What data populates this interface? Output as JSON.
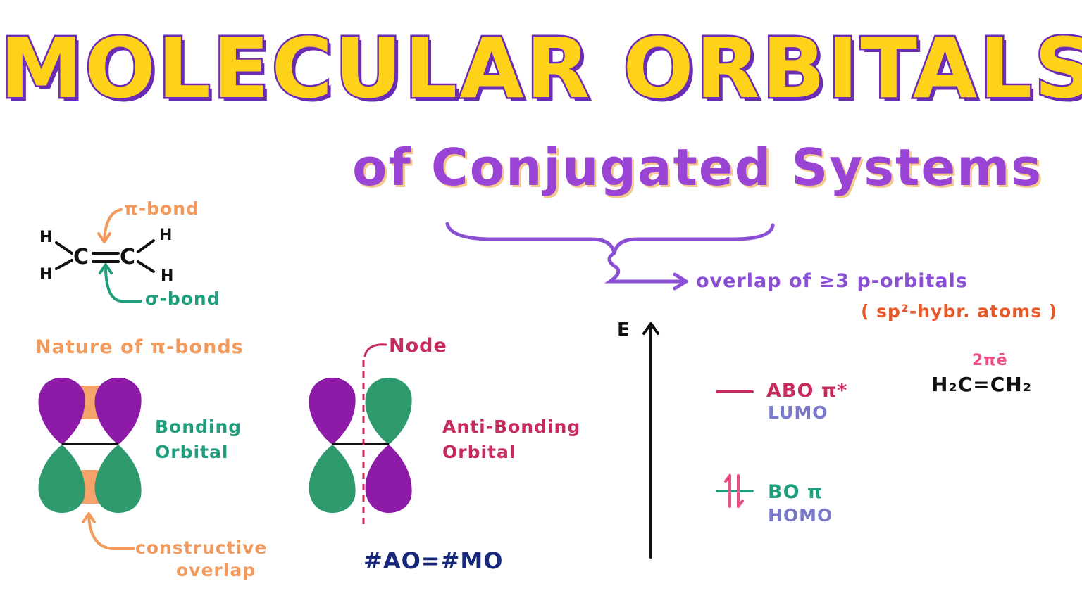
{
  "title": "MOLECULAR ORBITALS",
  "subtitle": "of Conjugated Systems",
  "definition": {
    "overlap": "overlap of ≥3 p-orbitals",
    "hybrid": "( sp²-hybr. atoms )"
  },
  "ethylene": {
    "pi_bond": "π-bond",
    "sigma_bond": "σ-bond",
    "atoms": {
      "c1": "C",
      "c2": "C",
      "h": "H"
    }
  },
  "nature": {
    "heading": "Nature of π-bonds",
    "bonding_line1": "Bonding",
    "bonding_line2": "Orbital",
    "constructive_line1": "constructive",
    "constructive_line2": "overlap",
    "node": "Node",
    "antibonding_line1": "Anti-Bonding",
    "antibonding_line2": "Orbital"
  },
  "rule": "#AO=#MO",
  "energy_diagram": {
    "axis_label": "E",
    "abo_label": "ABO π*",
    "lumo": "LUMO",
    "bo_label": "BO π",
    "homo": "HOMO",
    "electrons": "2πē",
    "molecule": "H₂C=CH₂"
  },
  "colors": {
    "title_fill": "#ffd21a",
    "title_outline": "#6a2bb5",
    "subtitle": "#9a44d6",
    "lobe_purple": "#8e1aa8",
    "lobe_green": "#2e9a6e",
    "overlap_orange": "#f6a36b"
  }
}
